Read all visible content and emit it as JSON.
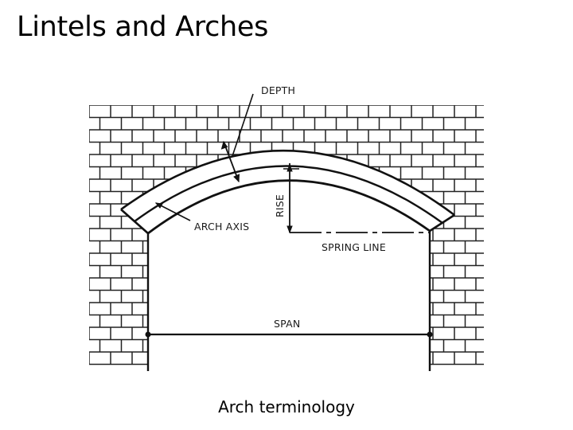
{
  "slide": {
    "title": "Lintels and Arches",
    "caption": "Arch terminology"
  },
  "diagram": {
    "labels": {
      "depth": "DEPTH",
      "rise": "RISE",
      "arch_axis": "ARCH AXIS",
      "spring_line": "SPRING LINE",
      "span": "SPAN"
    }
  }
}
